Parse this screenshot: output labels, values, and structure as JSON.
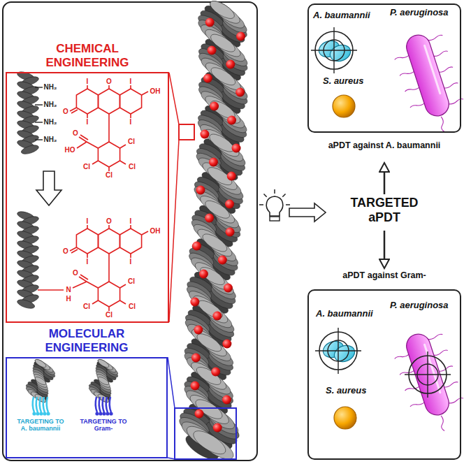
{
  "diagram": {
    "nodes": [
      {
        "text": [
          "CHEMICAL ENGINEERING"
        ]
      },
      {
        "text": [
          "MOLECULAR ENGINEERING",
          "TARGETING TO A. baumannii",
          "TARGETING TO Gram-"
        ]
      },
      {
        "text": [
          "A. baumannii",
          "P. aeruginosa",
          "S. aureus",
          "aPDT against A. baumannii"
        ]
      },
      {
        "text": [
          "TARGETED aPDT"
        ]
      },
      {
        "text": [
          "aPDT against Gram-",
          "A. baumannii",
          "P. aeruginosa",
          "S. aureus"
        ]
      }
    ],
    "edges": [
      {
        "from": 3,
        "to": 2,
        "arrow": "to"
      },
      {
        "from": 3,
        "to": 4,
        "arrow": "to"
      }
    ],
    "labels": [
      "NH₂",
      "NH₂",
      "NH₂",
      "NH₂",
      "I",
      "O",
      "I",
      "O",
      "I",
      "OH",
      "I",
      "O",
      "HO",
      "Cl",
      "Cl",
      "Cl",
      "Cl",
      "I",
      "O",
      "I",
      "O",
      "I",
      "OH",
      "I",
      "O",
      "N",
      "H",
      "Cl",
      "Cl",
      "Cl",
      "Cl"
    ]
  }
}
